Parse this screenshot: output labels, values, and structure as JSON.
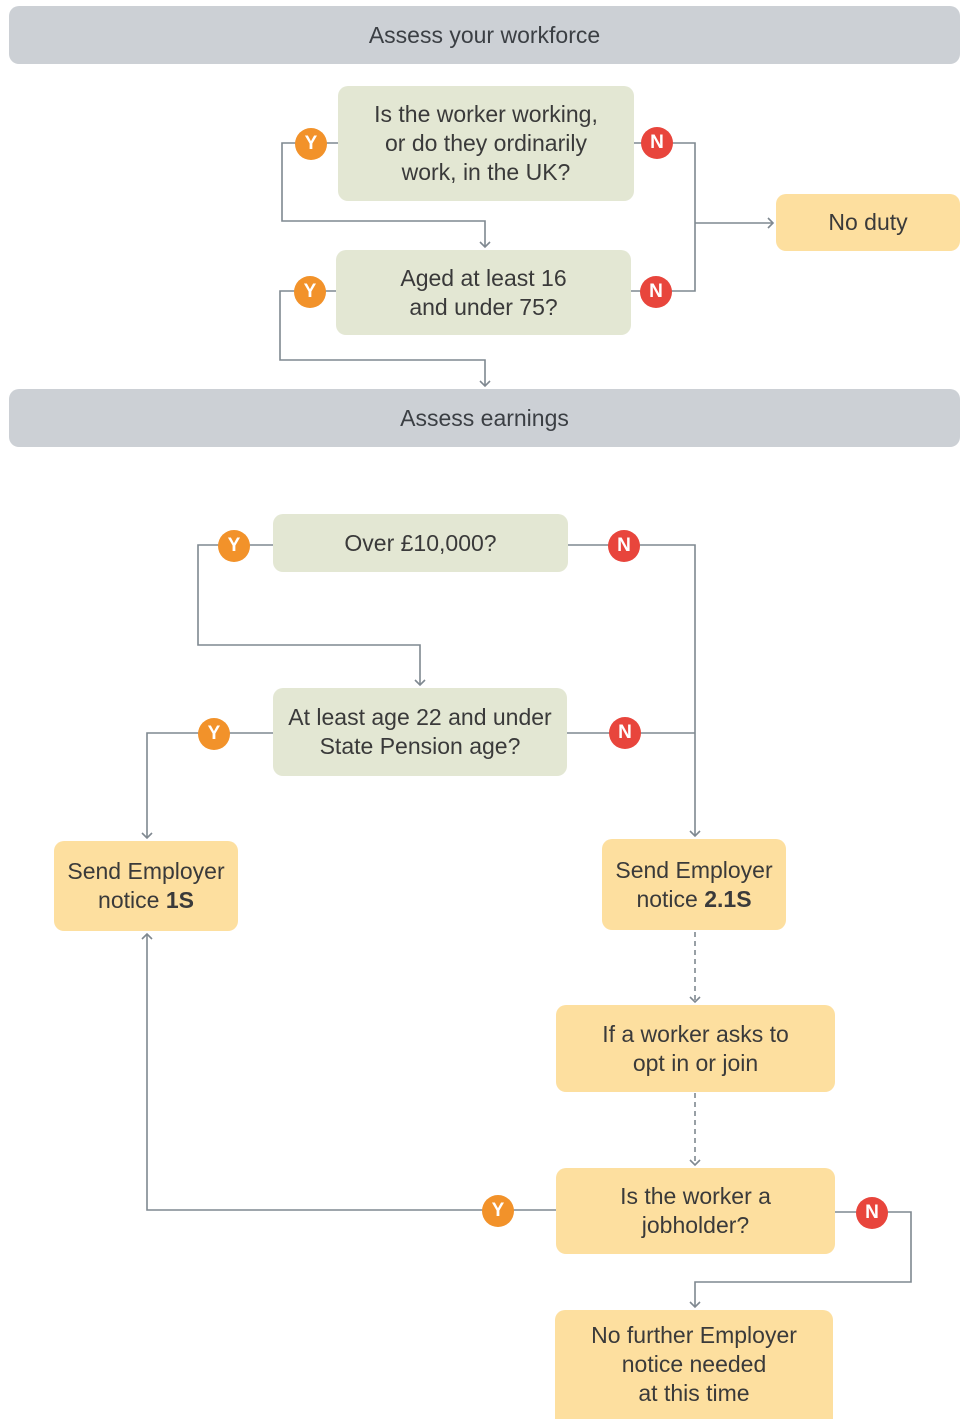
{
  "sections": {
    "workforce": "Assess your workforce",
    "earnings": "Assess earnings"
  },
  "questions": {
    "uk": [
      "Is the worker working,",
      "or do they ordinarily",
      "work, in the UK?"
    ],
    "age16": [
      "Aged at least 16",
      "and under 75?"
    ],
    "over10k": [
      "Over £10,000?"
    ],
    "age22": [
      "At least age 22 and under",
      "State Pension age?"
    ],
    "jobholder": [
      "Is the worker a",
      "jobholder?"
    ]
  },
  "outcomes": {
    "no_duty": "No duty",
    "notice1s": {
      "line1": "Send Employer",
      "line2_prefix": "notice ",
      "code": "1S"
    },
    "notice21s": {
      "line1": "Send Employer",
      "line2_prefix": "notice ",
      "code": "2.1S"
    },
    "opt_in": [
      "If a worker asks to",
      "opt in or join"
    ],
    "no_further": [
      "No further Employer",
      "notice needed",
      "at this time"
    ]
  },
  "badges": {
    "yes": "Y",
    "no": "N"
  },
  "colors": {
    "question": "#e3e7d3",
    "outcome": "#fddf9f",
    "band": "#ccd0d5",
    "yes": "#f2922a",
    "no": "#e8453c",
    "line": "#7f8890"
  }
}
